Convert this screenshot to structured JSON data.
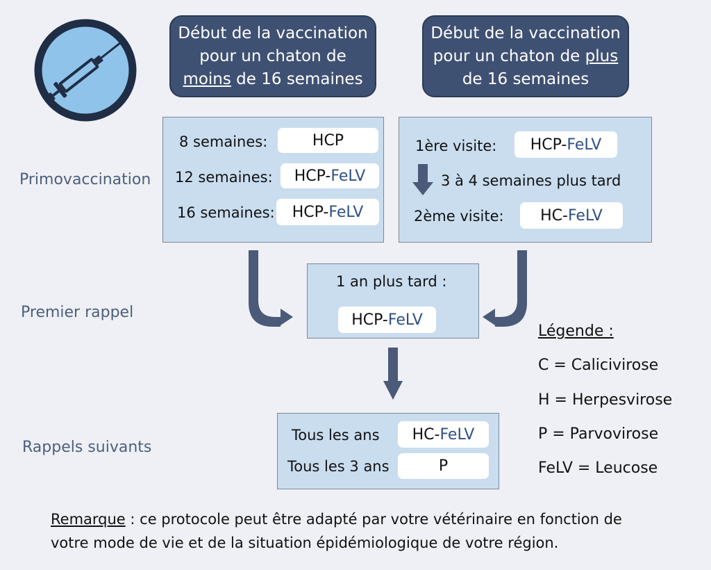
{
  "headers": {
    "left": {
      "line1": "Début de la vaccination",
      "line2": "pour un chaton de",
      "line3_em": "moins",
      "line3_rest": " de 16 semaines"
    },
    "right": {
      "line1": "Début de la vaccination",
      "line2_pre": "pour un chaton de ",
      "line2_em": "plus",
      "line3": "de 16 semaines"
    }
  },
  "sides": {
    "primo": "Primovaccination",
    "premier": "Premier rappel",
    "suivants": "Rappels suivants"
  },
  "left_panel": {
    "rows": [
      {
        "label": "8 semaines:",
        "base": "HCP",
        "felv": ""
      },
      {
        "label": "12 semaines:",
        "base": "HCP-",
        "felv": "FeLV"
      },
      {
        "label": "16 semaines:",
        "base": "HCP-",
        "felv": "FeLV"
      }
    ]
  },
  "right_panel": {
    "visit1_label": "1ère visite:",
    "visit1_base": "HCP-",
    "visit1_felv": "FeLV",
    "interval": "3 à 4 semaines plus tard",
    "visit2_label": "2ème visite:",
    "visit2_base": "HC-",
    "visit2_felv": "FeLV"
  },
  "first_booster": {
    "title": "1 an plus tard :",
    "base": "HCP-",
    "felv": "FeLV"
  },
  "next_boosters": {
    "yearly_label": "Tous les ans",
    "yearly_base": "HC-",
    "yearly_felv": "FeLV",
    "triennial_label": "Tous les 3 ans",
    "triennial_base": "P"
  },
  "legend": {
    "title": "Légende :",
    "items": [
      "C = Calicivirose",
      "H = Herpesvirose",
      "P = Parvovirose",
      "FeLV = Leucose"
    ]
  },
  "note": {
    "prefix": "Remarque",
    "line1": " : ce protocole peut être adapté par votre vétérinaire en fonction de",
    "line2": "votre mode de vie et de la situation épidémiologique de votre région."
  },
  "icons": {
    "syringe": "syringe-icon"
  },
  "colors": {
    "header_bg": "#3f5173",
    "panel_bg": "#c9ddef",
    "felv_text": "#2e4f86",
    "side_label": "#4d5f7d",
    "arrow": "#4a5a78",
    "icon_ring": "#1f2d45",
    "icon_fill": "#8fc3ea"
  }
}
